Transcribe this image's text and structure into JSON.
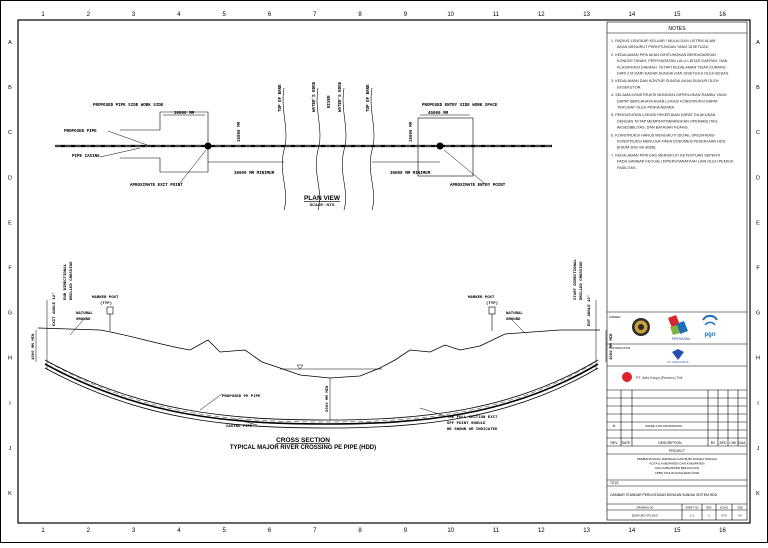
{
  "grid": {
    "columns": [
      "1",
      "2",
      "3",
      "4",
      "5",
      "6",
      "7",
      "8",
      "9",
      "10",
      "11",
      "12",
      "13",
      "14",
      "15",
      "16"
    ],
    "rows": [
      "A",
      "B",
      "C",
      "D",
      "E",
      "F",
      "G",
      "H",
      "I",
      "J",
      "K"
    ]
  },
  "plan": {
    "title": "PLAN VIEW",
    "scale": "SCALE : NTS",
    "labels": {
      "exit_workspace": "PROPOSED PIPE SIDE WORK SIDE",
      "entry_workspace": "PROPOSED ENTRY SIDE WORK SPACE",
      "proposed_pipe": "PROPOSED PIPE",
      "pipe_casing": "PIPE CASING",
      "exit_point": "APROXIMATE EXIT POINT",
      "entry_point": "APROXIMATE ENTRY POINT",
      "dim_30000_left": "30000 MM",
      "dim_45000_right": "45000 MM",
      "dim_min_left": "30000 MM\nMINIMUM",
      "dim_min_right": "30000 MM\nMINIMUM",
      "dim_width_left": "15000 MM",
      "dim_width_right": "15000 MM",
      "top_bank_left": "TOP OF BANK",
      "top_bank_right": "TOP OF BANK",
      "waters_edge_left": "WATER'S EDGE",
      "waters_edge_right": "WATER'S EDGE",
      "river": "RIVER"
    }
  },
  "section": {
    "title": "CROSS SECTION",
    "subtitle": "TYPICAL MAJOR RIVER CROSSING PE PIPE (HDD)",
    "labels": {
      "end_directional": "END DIRECTIONAL\nDRILLED CROSSING",
      "start_directional": "START DIRECTIONAL\nDRILLED CROSSING",
      "exit_angle": "EXIT ANGLE 12°",
      "entry_angle": "ENT ANGLE 12°",
      "natural_ground_left": "NATURAL\nGROUND",
      "natural_ground_right": "NATURAL\nGROUND",
      "marker_post_left": "MARKER POST\n(TYP)",
      "marker_post_right": "MARKER POST\n(TYP)",
      "depth_left": "1000 MM MIN",
      "depth_right": "1000 MM MIN",
      "depth_river": "2000 MM MIN",
      "proposed_pe_pipe": "PROPOSED PE PIPE",
      "casing_pipe": "CASING PIPE",
      "note_exit": "THE FULL SECTION EXIT\nOFF POINT SHOULD\nBE SHOWN OR INDICATED"
    }
  },
  "notes": {
    "heading": "NOTES",
    "items": [
      "1.  RADIUS LENGKAP KELUAR / MULAI DAN LISTRIK ALAM AKAN MENURUT PERHITUNGAN YANG DISETUJUI.",
      "2.  KEDALAMAN PIPA AKAN DIHITUNGKAN BERDASARKAN KONDISI TANAH, PERSYARATAN LALU LINTAS DAERAH, DAN KLASIFIKASI DAERAH. TETAPI KEDALAMAN TIDAK KURANG DARI 2 M DARI DASAR SUNGAI DAN DISETUJUI OLEH BSSAS.",
      "3.  KEDALAMAN DAN KONTUR SUNGAI AKAN DIUKUR OLEH EKSEKUTOR.",
      "4.  SELAMA KONSTRUKSI MUNGKIN DIPERLUKAN RAMBU YANG DAPAT BERCAHAYA AGAR LOKASI KONSTRUKSI DAPAT TERLIHAT OLEH PENGENDARA.",
      "5.  PENGATURAN LOKASI PEKERJAAN DAPAT DILAKUKAN DENGAN TETAP MEMPERTIMBANGKAN OPERABILITAS, AKSESIBILITAS, DAN BATASAN RUANG.",
      "6.  KONSTRUKSI HARUS MENGIKUTI DETAIL SPESIFIKASI KONSTRUKSI MERUJUK PADA DOKUMEN PEKERJAAN HDD [ESDM-JRG-SK-8008].",
      "7.  KEDALAMAN PIPA GAS MENGIKUTI KETENTUAN SEPERTI PADA GAMBAR KECUALI DIPERSYARATKAN LAIN OLEH PEMILIK FASILITAS."
    ]
  },
  "title_block": {
    "owner_label": "OWNER",
    "pertamina": "PERTAMINA",
    "pgn": "pgn",
    "contractor_label": "CONTRACTOR",
    "contractor_name": "PT. ADHI KARYA",
    "consultant_name": "PT. Adhi Karya (Persero) Tbk",
    "revision_row": "ISSUED FOR INFORMATION",
    "rev_headers": [
      "REV",
      "DATE",
      "DESCRIPTION",
      "BY",
      "APD",
      "CHK",
      "DAA"
    ],
    "rev_zero": "A",
    "project_label": "PROJECT",
    "project_lines": [
      "PEMBANGUNAN JARINGAN GAS BUMI RUMAH TANGGA",
      "KOTA & KABUPATEN DAN KABUPATEN",
      "DAN KABUPATEN BEKASI DAN",
      "APBN TAHUN ANGGARAN 2020"
    ],
    "title_label": "TITLE",
    "drawing_title": "GAMBAR STANDAR PERLINTASAN DENGAN SUNGAI SISTEM HDD",
    "drawing_no_label": "DRAWING NO",
    "sheet_label": "SHEET NO",
    "rev_label": "REV",
    "scale_label": "SCALE",
    "size_label": "SIZE",
    "drawing_no": "ESDM-JRG-STD-E017",
    "sheet": "1 / 1",
    "rev": "A",
    "scale": "NTS",
    "size": "A3"
  }
}
